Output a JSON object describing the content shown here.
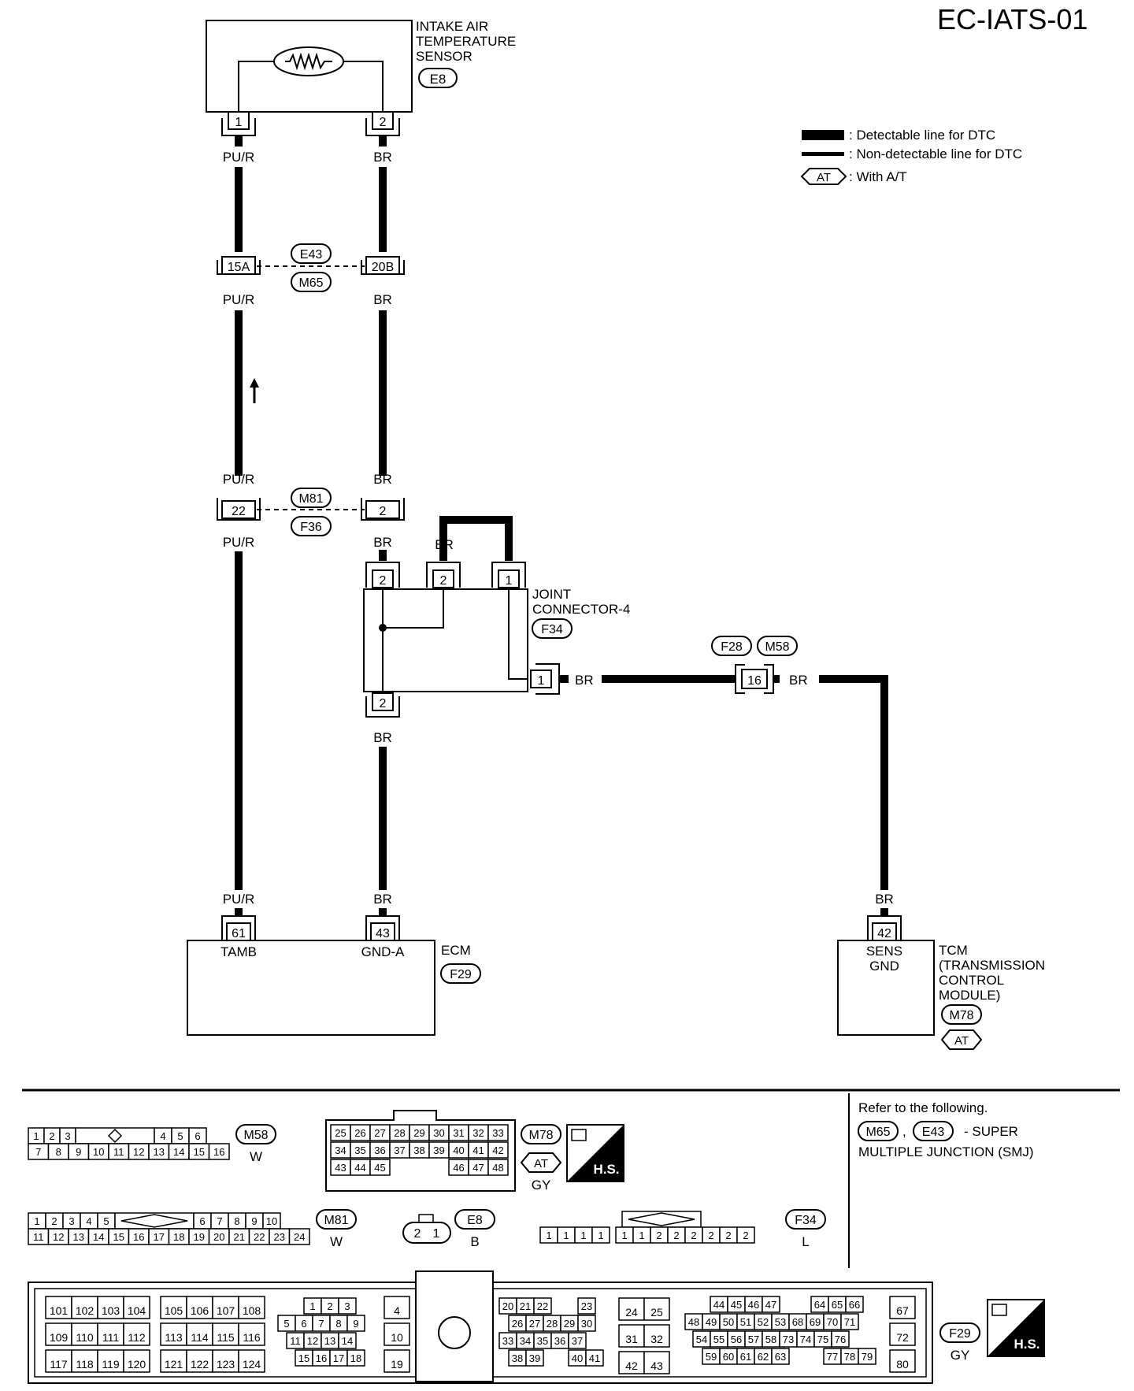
{
  "page_id": "EC-IATS-01",
  "legend": {
    "detectable": ": Detectable line for DTC",
    "nondetectable": ": Non-detectable line for DTC",
    "at_symbol": "AT",
    "at": ": With A/T"
  },
  "sensor": {
    "name_line1": "INTAKE AIR",
    "name_line2": "TEMPERATURE",
    "name_line3": "SENSOR",
    "conn": "E8",
    "pin1": "1",
    "pin2": "2"
  },
  "wires": {
    "pur": "PU/R",
    "br": "BR"
  },
  "smj_e43": {
    "conn_a": "E43",
    "conn_b": "M65",
    "pin_left": "15A",
    "pin_right": "20B"
  },
  "joint_m81": {
    "conn_a": "M81",
    "conn_b": "F36",
    "pin_left": "22",
    "pin_right": "2"
  },
  "joint_connector": {
    "name_line1": "JOINT",
    "name_line2": "CONNECTOR-4",
    "conn": "F34",
    "pin_top_left": "2",
    "pin_top_mid": "2",
    "pin_top_right": "1",
    "pin_right": "1",
    "pin_bottom": "2"
  },
  "inline_f28": {
    "conn_a": "F28",
    "conn_b": "M58",
    "pin": "16"
  },
  "ecm": {
    "name": "ECM",
    "conn": "F29",
    "pin_tamb": "61",
    "tamb_label": "TAMB",
    "pin_gnd": "43",
    "gnd_label": "GND-A"
  },
  "tcm": {
    "name_line1": "TCM",
    "name_line2": "(TRANSMISSION",
    "name_line3": "CONTROL",
    "name_line4": "MODULE)",
    "conn": "M78",
    "at": "AT",
    "pin": "42",
    "sens_label1": "SENS",
    "sens_label2": "GND"
  },
  "refer": {
    "line1": "Refer to the following.",
    "conn_a": "M65",
    "sep": ",",
    "conn_b": "E43",
    "text1": "- SUPER",
    "text2": "MULTIPLE JUNCTION (SMJ)"
  },
  "connectors": {
    "m58": {
      "id": "M58",
      "color": "W",
      "row1_left": [
        "1",
        "2",
        "3"
      ],
      "row1_right": [
        "4",
        "5",
        "6"
      ],
      "row2": [
        "7",
        "8",
        "9",
        "10",
        "11",
        "12",
        "13",
        "14",
        "15",
        "16"
      ]
    },
    "m78": {
      "id": "M78",
      "at": "AT",
      "color": "GY",
      "hs": "H.S.",
      "row1": [
        "25",
        "26",
        "27",
        "28",
        "29",
        "30",
        "31",
        "32",
        "33"
      ],
      "row2": [
        "34",
        "35",
        "36",
        "37",
        "38",
        "39",
        "40",
        "41",
        "42"
      ],
      "row3_left": [
        "43",
        "44",
        "45"
      ],
      "row3_right": [
        "46",
        "47",
        "48"
      ]
    },
    "m81": {
      "id": "M81",
      "color": "W",
      "row1_left": [
        "1",
        "2",
        "3",
        "4",
        "5"
      ],
      "row1_right": [
        "6",
        "7",
        "8",
        "9",
        "10"
      ],
      "row2": [
        "11",
        "12",
        "13",
        "14",
        "15",
        "16",
        "17",
        "18",
        "19",
        "20",
        "21",
        "22",
        "23",
        "24"
      ]
    },
    "e8": {
      "id": "E8",
      "color": "B",
      "pins": [
        "2",
        "1"
      ]
    },
    "f34": {
      "id": "F34",
      "color": "L",
      "pins": [
        "1",
        "1",
        "1",
        "1",
        "1",
        "1",
        "2",
        "2",
        "2",
        "2",
        "2",
        "2"
      ]
    },
    "f29": {
      "id": "F29",
      "color": "GY",
      "hs": "H.S.",
      "g1": [
        [
          "101",
          "102",
          "103",
          "104"
        ],
        [
          "109",
          "110",
          "111",
          "112"
        ],
        [
          "117",
          "118",
          "119",
          "120"
        ]
      ],
      "g2": [
        [
          "105",
          "106",
          "107",
          "108"
        ],
        [
          "113",
          "114",
          "115",
          "116"
        ],
        [
          "121",
          "122",
          "123",
          "124"
        ]
      ],
      "g3": [
        [
          "1",
          "2",
          "3"
        ],
        [
          "5",
          "6",
          "7",
          "8",
          "9"
        ],
        [
          "11",
          "12",
          "13",
          "14"
        ],
        [
          "15",
          "16",
          "17",
          "18"
        ]
      ],
      "g4": [
        "4",
        "10",
        "19"
      ],
      "g5": [
        [
          "20",
          "21",
          "22",
          "23"
        ],
        [
          "26",
          "27",
          "28",
          "29",
          "30"
        ],
        [
          "33",
          "34",
          "35",
          "36",
          "37"
        ],
        [
          "38",
          "39",
          "40",
          "41"
        ]
      ],
      "g6": [
        [
          "24",
          "25"
        ],
        [
          "31",
          "32"
        ],
        [
          "42",
          "43"
        ]
      ],
      "g7": [
        [
          "44",
          "45",
          "46",
          "47",
          "64",
          "65",
          "66"
        ],
        [
          "48",
          "49",
          "50",
          "51",
          "52",
          "53",
          "68",
          "69",
          "70",
          "71"
        ],
        [
          "54",
          "55",
          "56",
          "57",
          "58",
          "73",
          "74",
          "75",
          "76"
        ],
        [
          "59",
          "60",
          "61",
          "62",
          "63",
          "77",
          "78",
          "79"
        ]
      ],
      "g8": [
        "67",
        "72",
        "80"
      ]
    }
  }
}
